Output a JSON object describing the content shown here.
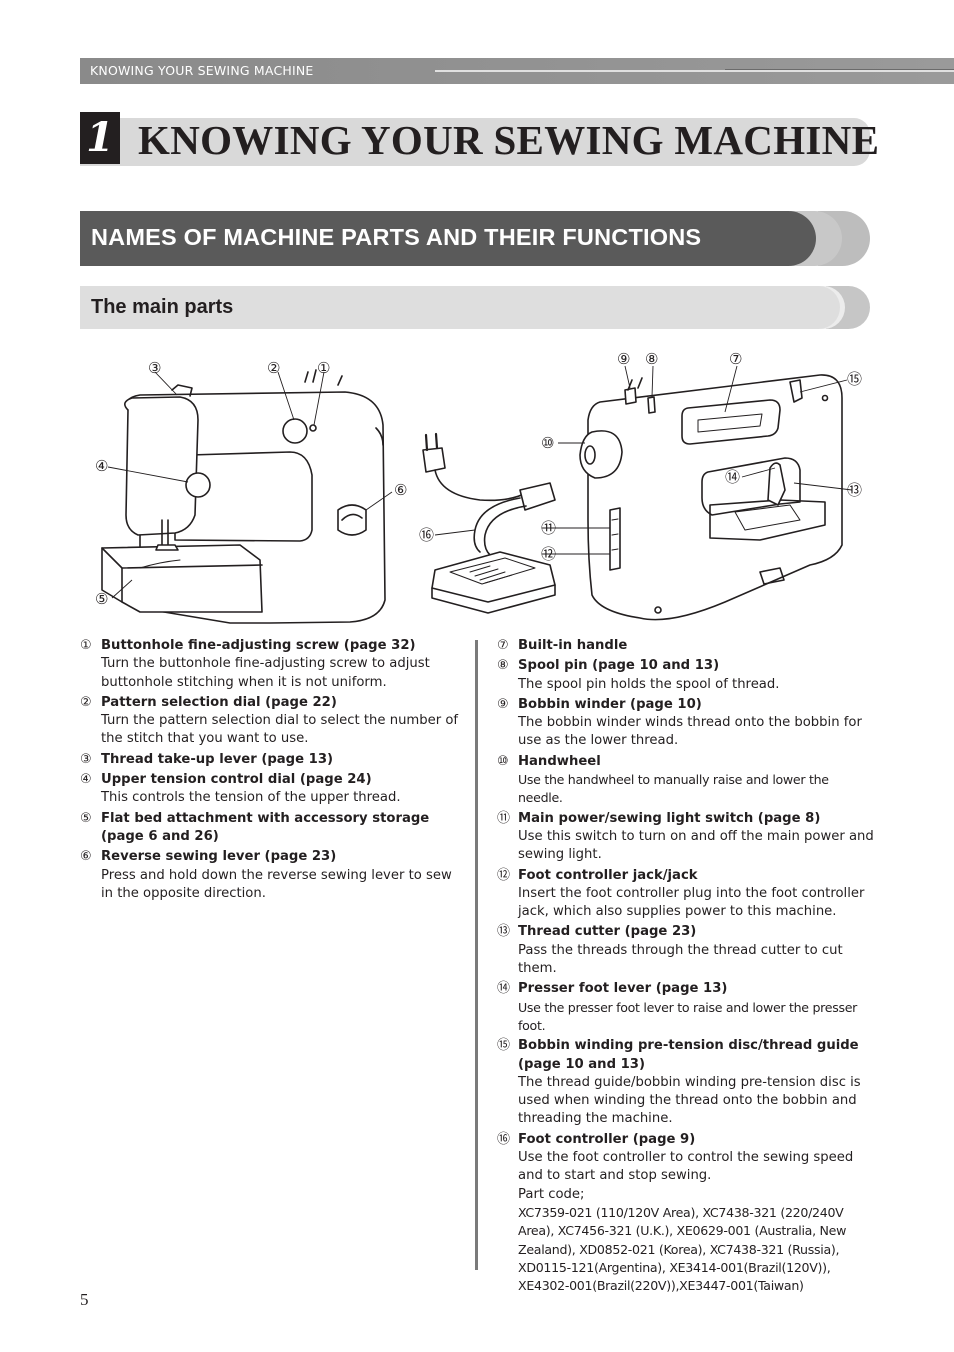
{
  "running_header": "KNOWING YOUR SEWING MACHINE",
  "chapter": {
    "number": "1",
    "title": "KNOWING YOUR SEWING MACHINE"
  },
  "section": {
    "title": "NAMES OF MACHINE PARTS AND THEIR FUNCTIONS"
  },
  "subsection": {
    "title": "The main parts"
  },
  "callouts": [
    "①",
    "②",
    "③",
    "④",
    "⑤",
    "⑥",
    "⑦",
    "⑧",
    "⑨",
    "⑩",
    "⑪",
    "⑫",
    "⑬",
    "⑭",
    "⑮",
    "⑯"
  ],
  "parts_left": [
    {
      "num": "①",
      "head": "Buttonhole fine-adjusting screw (page 32)",
      "desc": "Turn the buttonhole fine-adjusting screw to adjust buttonhole stitching when it is not uniform."
    },
    {
      "num": "②",
      "head": "Pattern selection dial (page 22)",
      "desc": "Turn the pattern selection dial to select the number of the stitch that you want to use."
    },
    {
      "num": "③",
      "head": "Thread take-up lever (page 13)",
      "desc": ""
    },
    {
      "num": "④",
      "head": "Upper tension control dial (page 24)",
      "desc": "This controls the tension of the upper thread."
    },
    {
      "num": "⑤",
      "head": "Flat bed attachment with accessory storage (page 6 and 26)",
      "desc": ""
    },
    {
      "num": "⑥",
      "head": "Reverse sewing lever (page 23)",
      "desc": "Press and hold down the reverse sewing lever to sew in the opposite direction."
    }
  ],
  "parts_right": [
    {
      "num": "⑦",
      "head": "Built-in handle",
      "desc": ""
    },
    {
      "num": "⑧",
      "head": "Spool pin (page 10 and 13)",
      "desc": "The spool pin holds the spool of thread."
    },
    {
      "num": "⑨",
      "head": "Bobbin winder (page 10)",
      "desc": "The bobbin winder winds thread onto the bobbin for use as the lower thread."
    },
    {
      "num": "⑩",
      "head": "Handwheel",
      "desc": "Use the handwheel to manually raise and lower the needle."
    },
    {
      "num": "⑪",
      "head": "Main power/sewing light switch (page 8)",
      "desc": "Use this switch to turn on and off the main power and sewing light."
    },
    {
      "num": "⑫",
      "head": "Foot controller jack/jack",
      "desc": "Insert the foot controller plug into the foot controller jack, which also supplies power to this machine."
    },
    {
      "num": "⑬",
      "head": "Thread cutter (page 23)",
      "desc": "Pass the threads through the thread cutter to cut them."
    },
    {
      "num": "⑭",
      "head": "Presser foot lever (page 13)",
      "desc": "Use the presser foot lever to raise and lower the presser foot."
    },
    {
      "num": "⑮",
      "head": "Bobbin winding pre-tension disc/thread guide (page 10 and 13)",
      "desc": "The thread guide/bobbin winding pre-tension disc is used when winding the thread onto the bobbin and threading the machine."
    },
    {
      "num": "⑯",
      "head": "Foot controller (page 9)",
      "desc": "Use the foot controller to control the sewing speed and to start and stop sewing.",
      "part_code_label": "Part code;",
      "part_code": "XC7359-021 (110/120V Area), XC7438-321 (220/240V Area), XC7456-321 (U.K.), XE0629-001 (Australia, New Zealand), XD0852-021 (Korea), XC7438-321 (Russia), XD0115-121(Argentina), XE3414-001(Brazil(120V)), XE4302-001(Brazil(220V)),XE3447-001(Taiwan)"
    }
  ],
  "page_number": "5"
}
